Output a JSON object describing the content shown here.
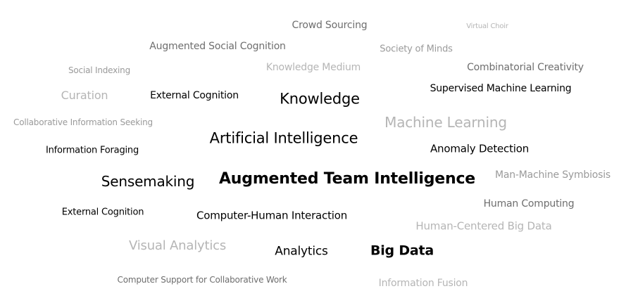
{
  "colors": {
    "black": "#000000",
    "dark_gray": "#6e6e6e",
    "light_gray": "#9a9a9a",
    "faint_gray": "#b5b5b5"
  },
  "words": [
    {
      "id": "crowd-sourcing",
      "text": "Crowd Sourcing",
      "tone": "dark_gray",
      "weight": "normal"
    },
    {
      "id": "virtual-choir",
      "text": "Virtual Choir",
      "tone": "faint_gray",
      "weight": "normal"
    },
    {
      "id": "augmented-social-cognition",
      "text": "Augmented Social Cognition",
      "tone": "dark_gray",
      "weight": "normal"
    },
    {
      "id": "society-of-minds",
      "text": "Society of Minds",
      "tone": "light_gray",
      "weight": "normal"
    },
    {
      "id": "social-indexing",
      "text": "Social Indexing",
      "tone": "light_gray",
      "weight": "normal"
    },
    {
      "id": "knowledge-medium",
      "text": "Knowledge Medium",
      "tone": "faint_gray",
      "weight": "normal"
    },
    {
      "id": "combinatorial-creativity",
      "text": "Combinatorial Creativity",
      "tone": "dark_gray",
      "weight": "normal"
    },
    {
      "id": "curation",
      "text": "Curation",
      "tone": "faint_gray",
      "weight": "normal"
    },
    {
      "id": "external-cognition-1",
      "text": "External Cognition",
      "tone": "black",
      "weight": "normal"
    },
    {
      "id": "knowledge",
      "text": "Knowledge",
      "tone": "black",
      "weight": "normal"
    },
    {
      "id": "supervised-machine-learning",
      "text": "Supervised Machine Learning",
      "tone": "black",
      "weight": "normal"
    },
    {
      "id": "collaborative-information-seeking",
      "text": "Collaborative Information Seeking",
      "tone": "light_gray",
      "weight": "normal"
    },
    {
      "id": "machine-learning",
      "text": "Machine Learning",
      "tone": "faint_gray",
      "weight": "normal"
    },
    {
      "id": "artificial-intelligence",
      "text": "Artificial Intelligence",
      "tone": "black",
      "weight": "normal"
    },
    {
      "id": "information-foraging",
      "text": "Information Foraging",
      "tone": "black",
      "weight": "normal"
    },
    {
      "id": "anomaly-detection",
      "text": "Anomaly Detection",
      "tone": "black",
      "weight": "normal"
    },
    {
      "id": "sensemaking",
      "text": "Sensemaking",
      "tone": "black",
      "weight": "normal"
    },
    {
      "id": "augmented-team-intelligence",
      "text": "Augmented Team Intelligence",
      "tone": "black",
      "weight": "bold"
    },
    {
      "id": "man-machine-symbiosis",
      "text": "Man-Machine Symbiosis",
      "tone": "light_gray",
      "weight": "normal"
    },
    {
      "id": "human-computing",
      "text": "Human Computing",
      "tone": "dark_gray",
      "weight": "normal"
    },
    {
      "id": "external-cognition-2",
      "text": "External Cognition",
      "tone": "black",
      "weight": "normal"
    },
    {
      "id": "computer-human-interaction",
      "text": "Computer-Human Interaction",
      "tone": "black",
      "weight": "normal"
    },
    {
      "id": "human-centered-big-data",
      "text": "Human-Centered Big Data",
      "tone": "faint_gray",
      "weight": "normal"
    },
    {
      "id": "visual-analytics",
      "text": "Visual Analytics",
      "tone": "faint_gray",
      "weight": "normal"
    },
    {
      "id": "analytics",
      "text": "Analytics",
      "tone": "black",
      "weight": "normal"
    },
    {
      "id": "big-data",
      "text": "Big Data",
      "tone": "black",
      "weight": "bold"
    },
    {
      "id": "computer-support-for-collaborative-work",
      "text": "Computer Support for Collaborative Work",
      "tone": "dark_gray",
      "weight": "normal"
    },
    {
      "id": "information-fusion",
      "text": "Information Fusion",
      "tone": "faint_gray",
      "weight": "normal"
    }
  ]
}
